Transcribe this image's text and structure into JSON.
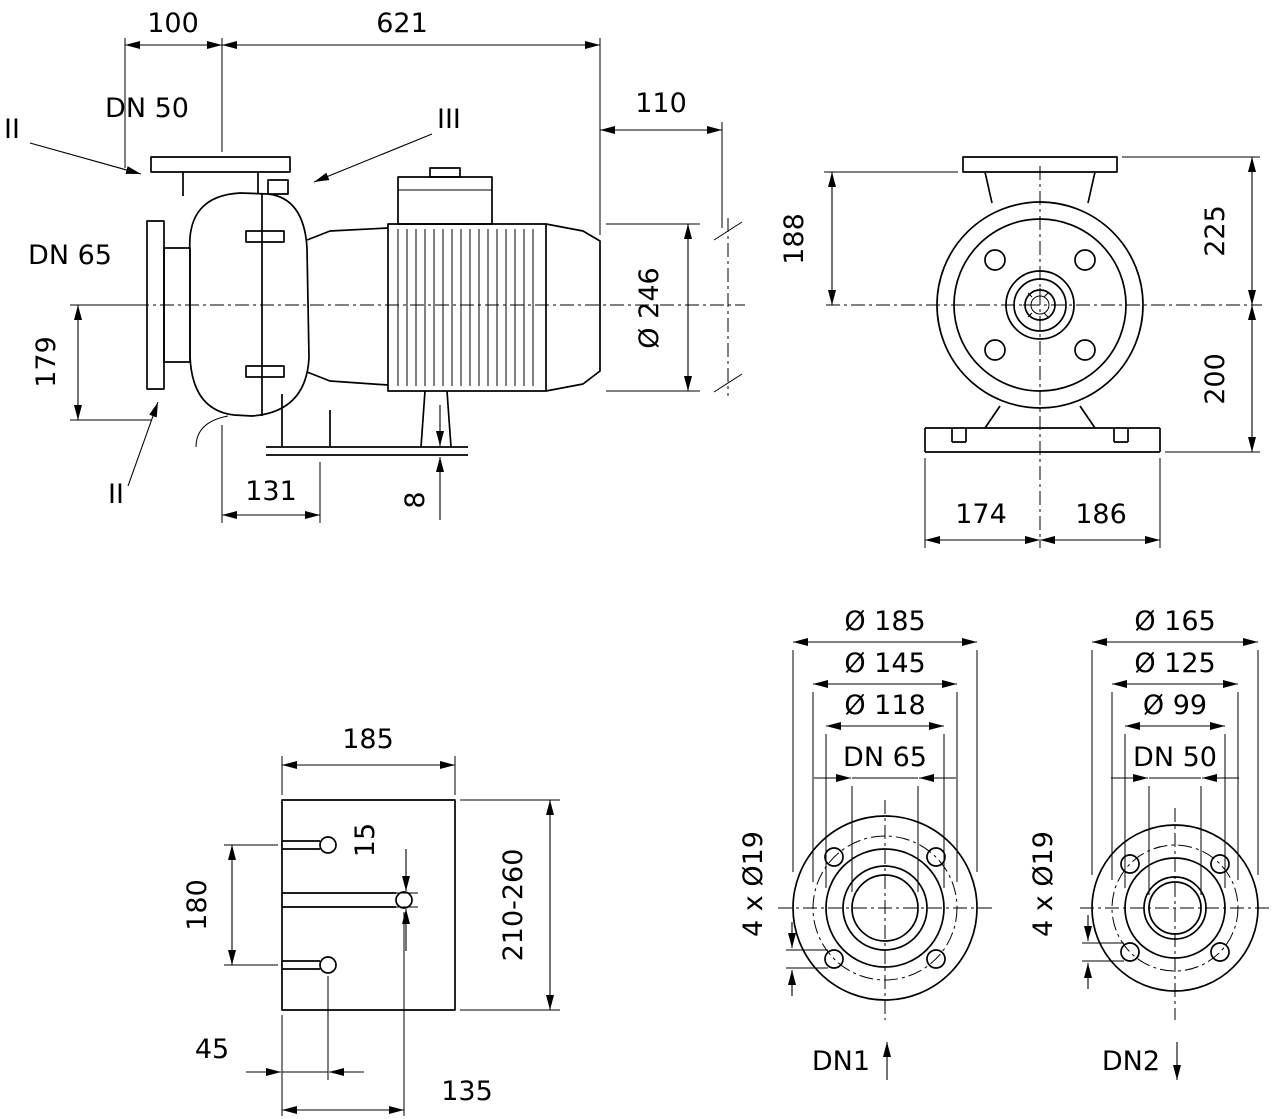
{
  "side_view": {
    "axis_offset": "100",
    "total_length": "621",
    "removal_clearance": "110",
    "discharge_port": "DN 50",
    "suction_port": "DN 65",
    "suction_height": "179",
    "foot_length": "131",
    "shim_thickness": "8",
    "motor_diameter": "Ø 246",
    "view_marker_left": "II",
    "view_marker_right": "III",
    "view_marker_bottom": "II"
  },
  "front_view": {
    "flange_to_axis": "188",
    "top_to_axis": "225",
    "axis_to_base": "200",
    "base_left": "174",
    "base_right": "186"
  },
  "base_view": {
    "plate_width": "185",
    "bolt_spacing": "180",
    "slot_width": "15",
    "height_range": "210-260",
    "bolt_offset_near": "45",
    "bolt_offset_far": "135"
  },
  "flange_dn1": {
    "outer_diameter": "Ø 185",
    "bolt_circle": "Ø 145",
    "raised_face": "Ø 118",
    "nominal": "DN 65",
    "bolt_holes": "4 x Ø19",
    "label": "DN1"
  },
  "flange_dn2": {
    "outer_diameter": "Ø 165",
    "bolt_circle": "Ø 125",
    "raised_face": "Ø 99",
    "nominal": "DN 50",
    "bolt_holes": "4 x Ø19",
    "label": "DN2"
  }
}
